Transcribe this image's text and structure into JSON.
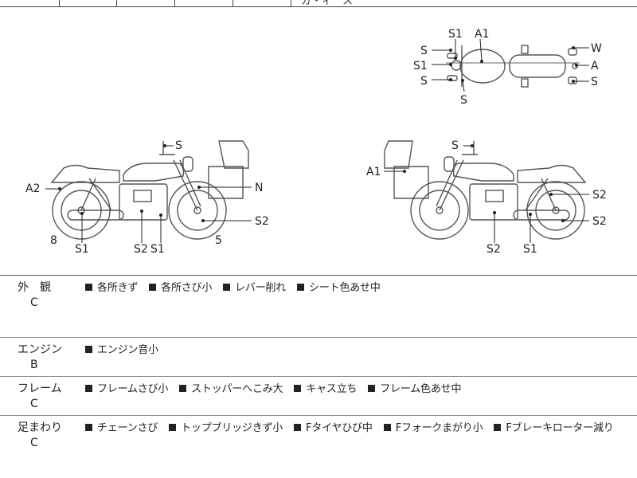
{
  "top_strip": {
    "partial_text": "ガ・ィ　ス"
  },
  "diagram": {
    "top_view": {
      "labels": [
        "S1",
        "A1",
        "S",
        "S1",
        "S",
        "S",
        "W",
        "A",
        "S"
      ]
    },
    "left_view": {
      "labels": [
        "S",
        "A2",
        "N",
        "S2",
        "8",
        "5",
        "S1",
        "S2",
        "S1"
      ]
    },
    "right_view": {
      "labels": [
        "S",
        "A1",
        "S2",
        "S2",
        "S2",
        "S1"
      ]
    }
  },
  "sections": [
    {
      "category": "外　観",
      "grade": "C",
      "items": [
        "各所きず",
        "各所さび小",
        "レバー削れ",
        "シート色あせ中"
      ]
    },
    {
      "category": "エンジン",
      "grade": "B",
      "items": [
        "エンジン音小"
      ]
    },
    {
      "category": "フレーム",
      "grade": "C",
      "items": [
        "フレームさび小",
        "ストッパーへこみ大",
        "キャス立ち",
        "フレーム色あせ中"
      ]
    },
    {
      "category": "足まわり",
      "grade": "C",
      "items": [
        "チェーンさび",
        "トップブリッジきず小",
        "Fタイヤひび中",
        "Fフォークまがり小",
        "Fブレーキローター減り"
      ]
    }
  ]
}
